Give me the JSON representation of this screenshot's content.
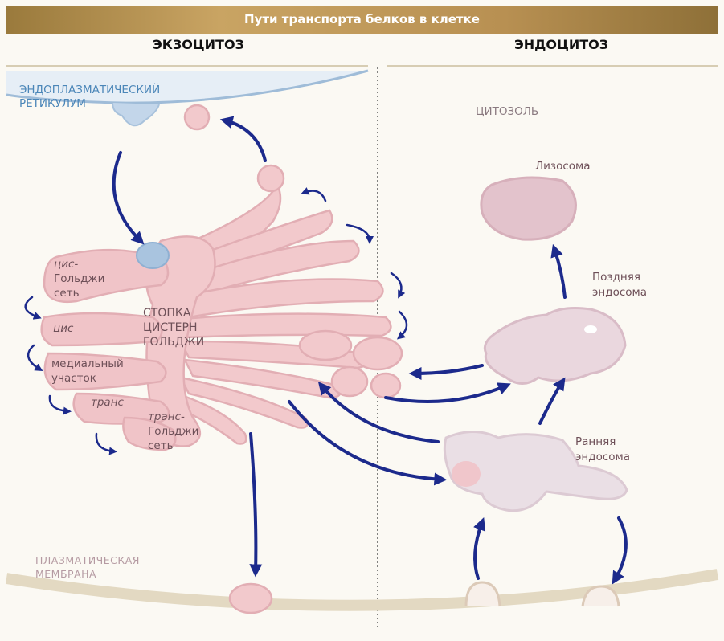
{
  "title": "Пути транспорта белков в клетке",
  "sections": {
    "left": "ЭКЗОЦИТОЗ",
    "right": "ЭНДОЦИТОЗ"
  },
  "labels": {
    "er_line1": "ЭНДОПЛАЗМАТИЧЕСКИЙ",
    "er_line2": "РЕТИКУЛУМ",
    "cytosol": "ЦИТОЗОЛЬ",
    "lysosome": "Лизосома",
    "late_endosome_line1": "Поздняя",
    "late_endosome_line2": "эндосома",
    "early_endosome_line1": "Ранняя",
    "early_endosome_line2": "эндосома",
    "golgi_stack_line1": "СТОПКА",
    "golgi_stack_line2": "ЦИСТЕРН",
    "golgi_stack_line3": "ГОЛЬДЖИ",
    "cis_golgi_line1": "цис-",
    "cis_golgi_line2": "Гольджи",
    "cis_golgi_line3": "сеть",
    "cis": "цис",
    "medial_line1": "медиальный",
    "medial_line2": "участок",
    "trans": "транс",
    "trans_golgi_line1": "транс-",
    "trans_golgi_line2": "Гольджи",
    "trans_golgi_line3": "сеть",
    "plasma_membrane_line1": "ПЛАЗМАТИЧЕСКАЯ",
    "plasma_membrane_line2": "МЕМБРАНА"
  },
  "colors": {
    "title_bar": "#b38f52",
    "arrow": "#1c2a8c",
    "golgi_fill": "#f2c9cc",
    "golgi_stroke": "#e2aeb4",
    "er_fill": "#c9dbec",
    "vesicle_blue": "#a9c4df",
    "endosome_fill": "#ead7de",
    "membrane_line": "#e3d9c2"
  }
}
